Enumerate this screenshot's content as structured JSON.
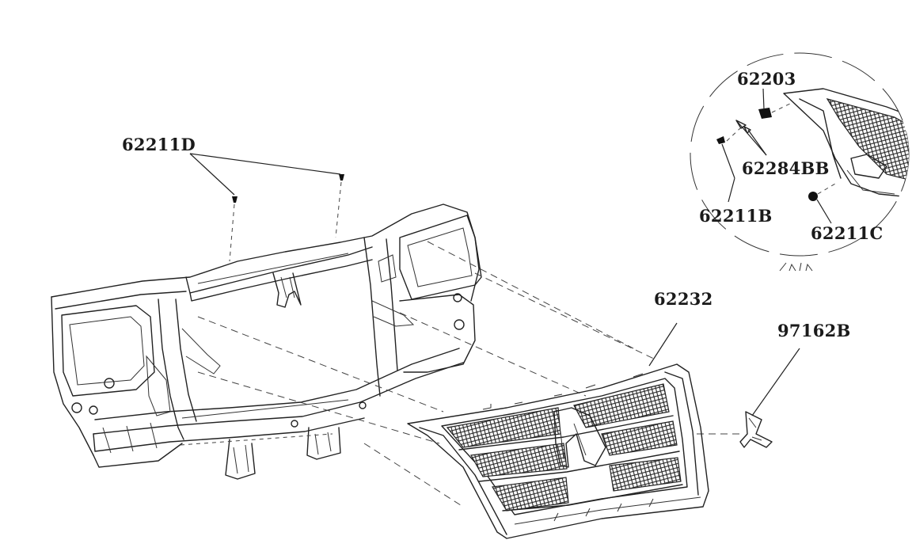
{
  "diagram": {
    "labels": {
      "clip_top": "62211D",
      "clip_detail_a": "62203",
      "clip_detail_b": "62284BB",
      "clip_detail_c": "62211B",
      "clip_detail_d": "62211C",
      "grille": "62232",
      "emblem": "97162B"
    },
    "colors": {
      "line": "#222222",
      "background": "#ffffff"
    }
  }
}
